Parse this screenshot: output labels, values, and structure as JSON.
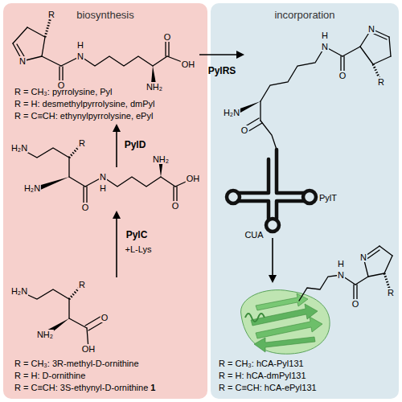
{
  "diagram": {
    "nodes": [
      {
        "text": [
          "biosynthesis"
        ]
      },
      {
        "text": [
          "incorporation"
        ]
      }
    ],
    "labels": [
      "R",
      "N",
      "O",
      "N",
      "H",
      "O",
      "OH",
      "NH₂",
      "PylRS",
      "R = CH₃: pyrrolysine, Pyl",
      "R = H: desmethylpyrrolysine, dmPyl",
      "R = C≡CH: ethynylpyrrolysine, ePyl",
      "N",
      "R",
      "O",
      "N",
      "H",
      "H₂N",
      "O",
      "PylD",
      "H₂N",
      "R",
      "NH₂",
      "H₂N",
      "N",
      "H",
      "O",
      "O",
      "OH",
      "PylT",
      "CUA",
      "PylC",
      "+L-Lys",
      "H₂N",
      "R",
      "O",
      "NH₂",
      "OH",
      "N",
      "H",
      "N",
      "O",
      "R",
      "R = CH₃: 3R-methyl-D-ornithine",
      "R = H: D-ornithine",
      "R = C≡CH: 3S-ethynyl-D-ornithine",
      "1",
      "R = CH₃: hCA-Pyl131",
      "R = H: hCA-dmPyl131",
      "R = C≡CH: hCA-ePyl131"
    ]
  }
}
